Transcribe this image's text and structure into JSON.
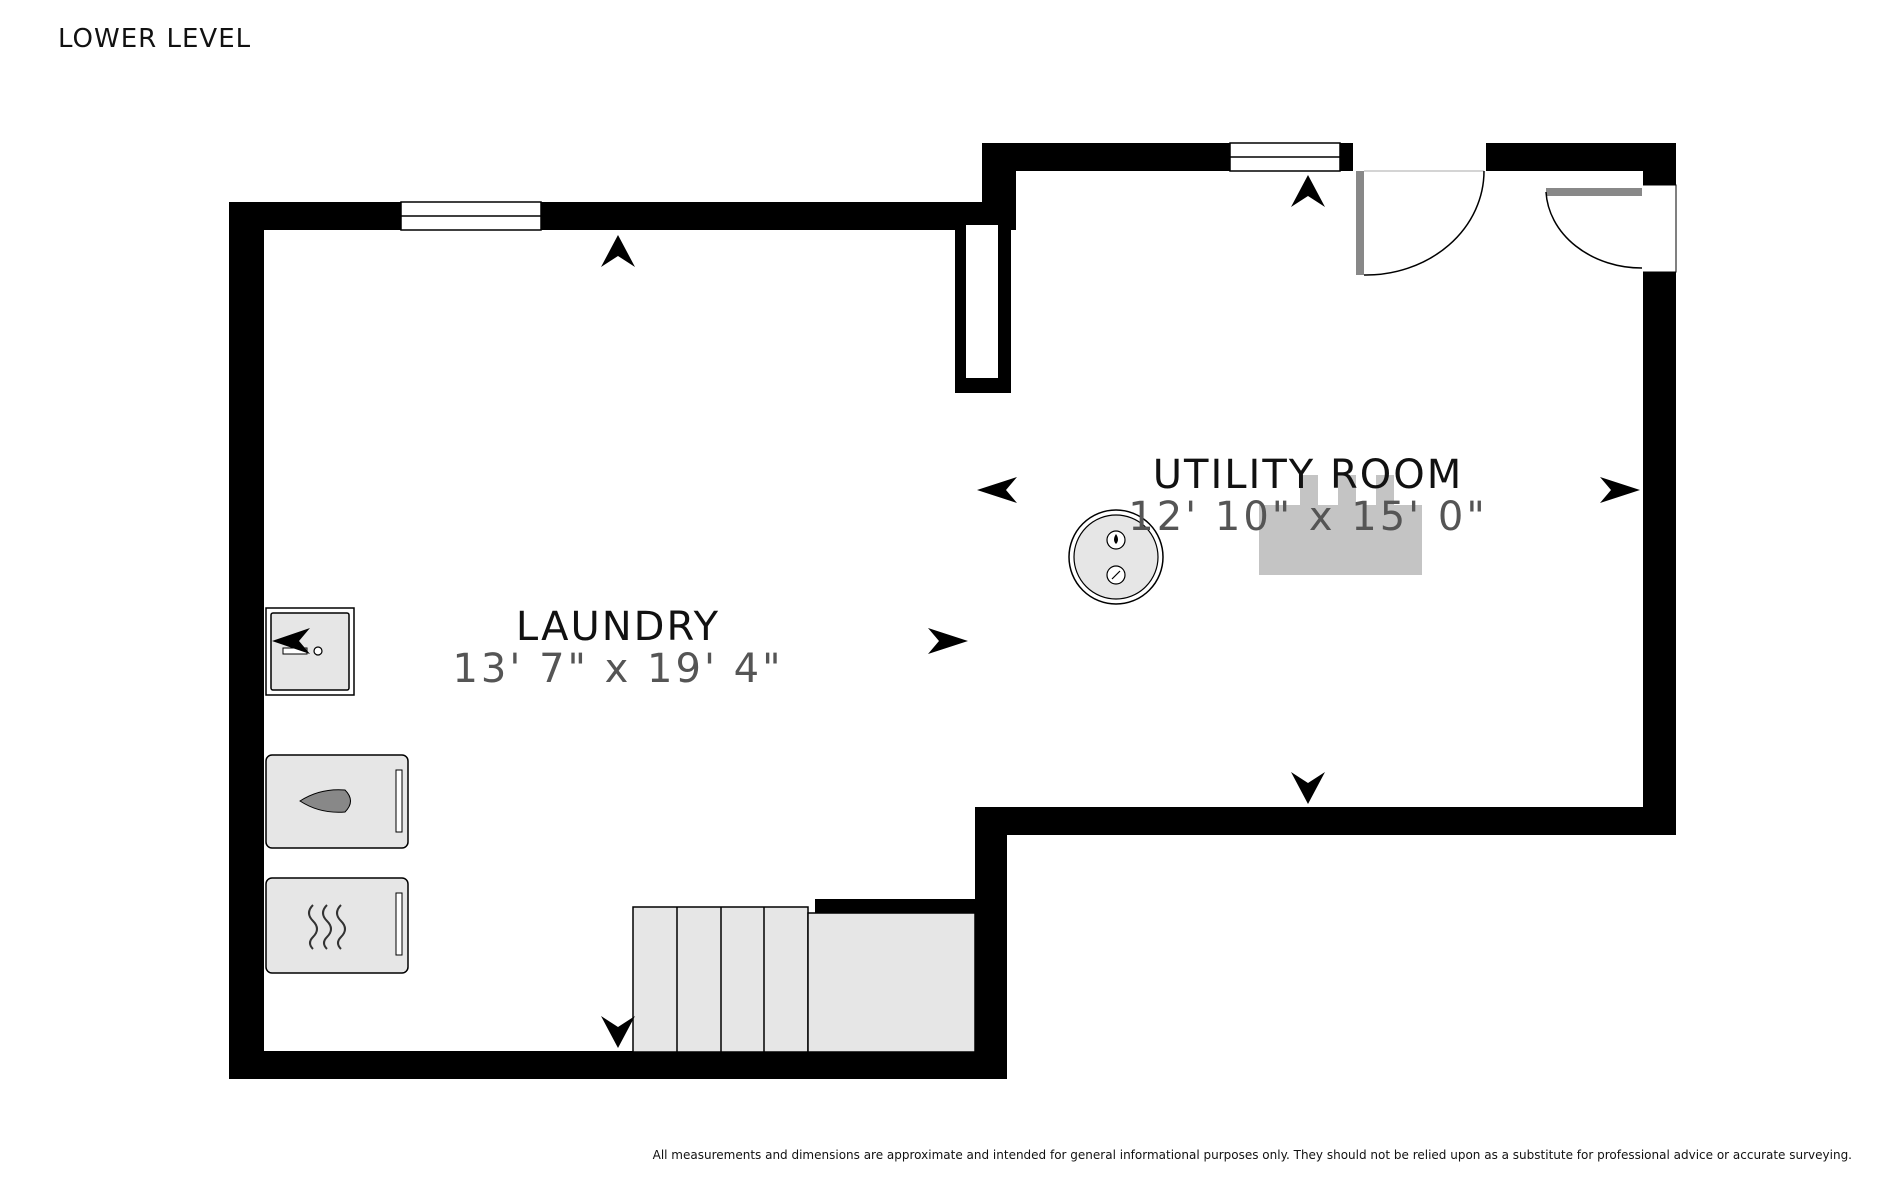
{
  "level_title": "LOWER LEVEL",
  "disclaimer": "All measurements and dimensions are approximate and intended for general informational purposes only. They should not be relied upon as a substitute for professional advice or accurate surveying.",
  "rooms": [
    {
      "name": "LAUNDRY",
      "dimensions": "13' 7\" x 19' 4\""
    },
    {
      "name": "UTILITY ROOM",
      "dimensions": "12' 10\" x 15' 0\""
    }
  ],
  "icons": [
    "sink-icon",
    "washer-icon",
    "dryer-icon",
    "water-heater-icon",
    "furnace-icon",
    "stairs-icon",
    "dimension-arrow-icon"
  ],
  "colors": {
    "wall": "#000000",
    "fixture_fill": "#e6e6e6",
    "furnace": "#c4c4c4",
    "door": "#888888"
  }
}
